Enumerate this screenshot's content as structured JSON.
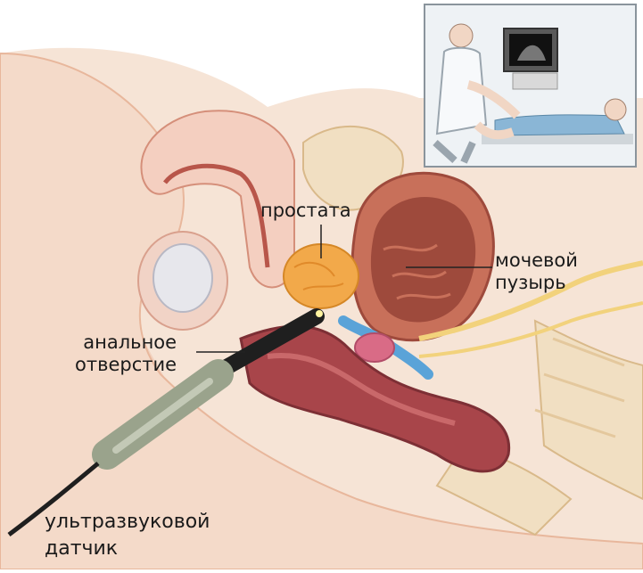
{
  "labels": {
    "prostate": "простата",
    "bladder": [
      "мочевой",
      "пузырь"
    ],
    "anus": [
      "анальное",
      "отверстие"
    ],
    "probe": [
      "ультразвуковой",
      "датчик"
    ]
  },
  "colors": {
    "skin": "#f4d9c8",
    "skin_dark": "#e8b79c",
    "bone": "#f1dfc2",
    "bone_stripe": "#e4c89d",
    "bladder_wall": "#c8705a",
    "bladder_inner": "#9e4a3c",
    "prostate": "#f2a94a",
    "rectum": "#a8454a",
    "rectum_light": "#c9686a",
    "vessel_blue": "#5aa3d8",
    "nerve_yellow": "#f2d27c",
    "probe_dark": "#1f1f1f",
    "probe_handle": "#9aa38c",
    "inset_bg": "#eef2f5",
    "inset_border": "#8a949c",
    "label_line": "#222222"
  },
  "icons": [
    "doctor-figure",
    "ultrasound-monitor",
    "patient-figure",
    "ultrasound-probe"
  ]
}
